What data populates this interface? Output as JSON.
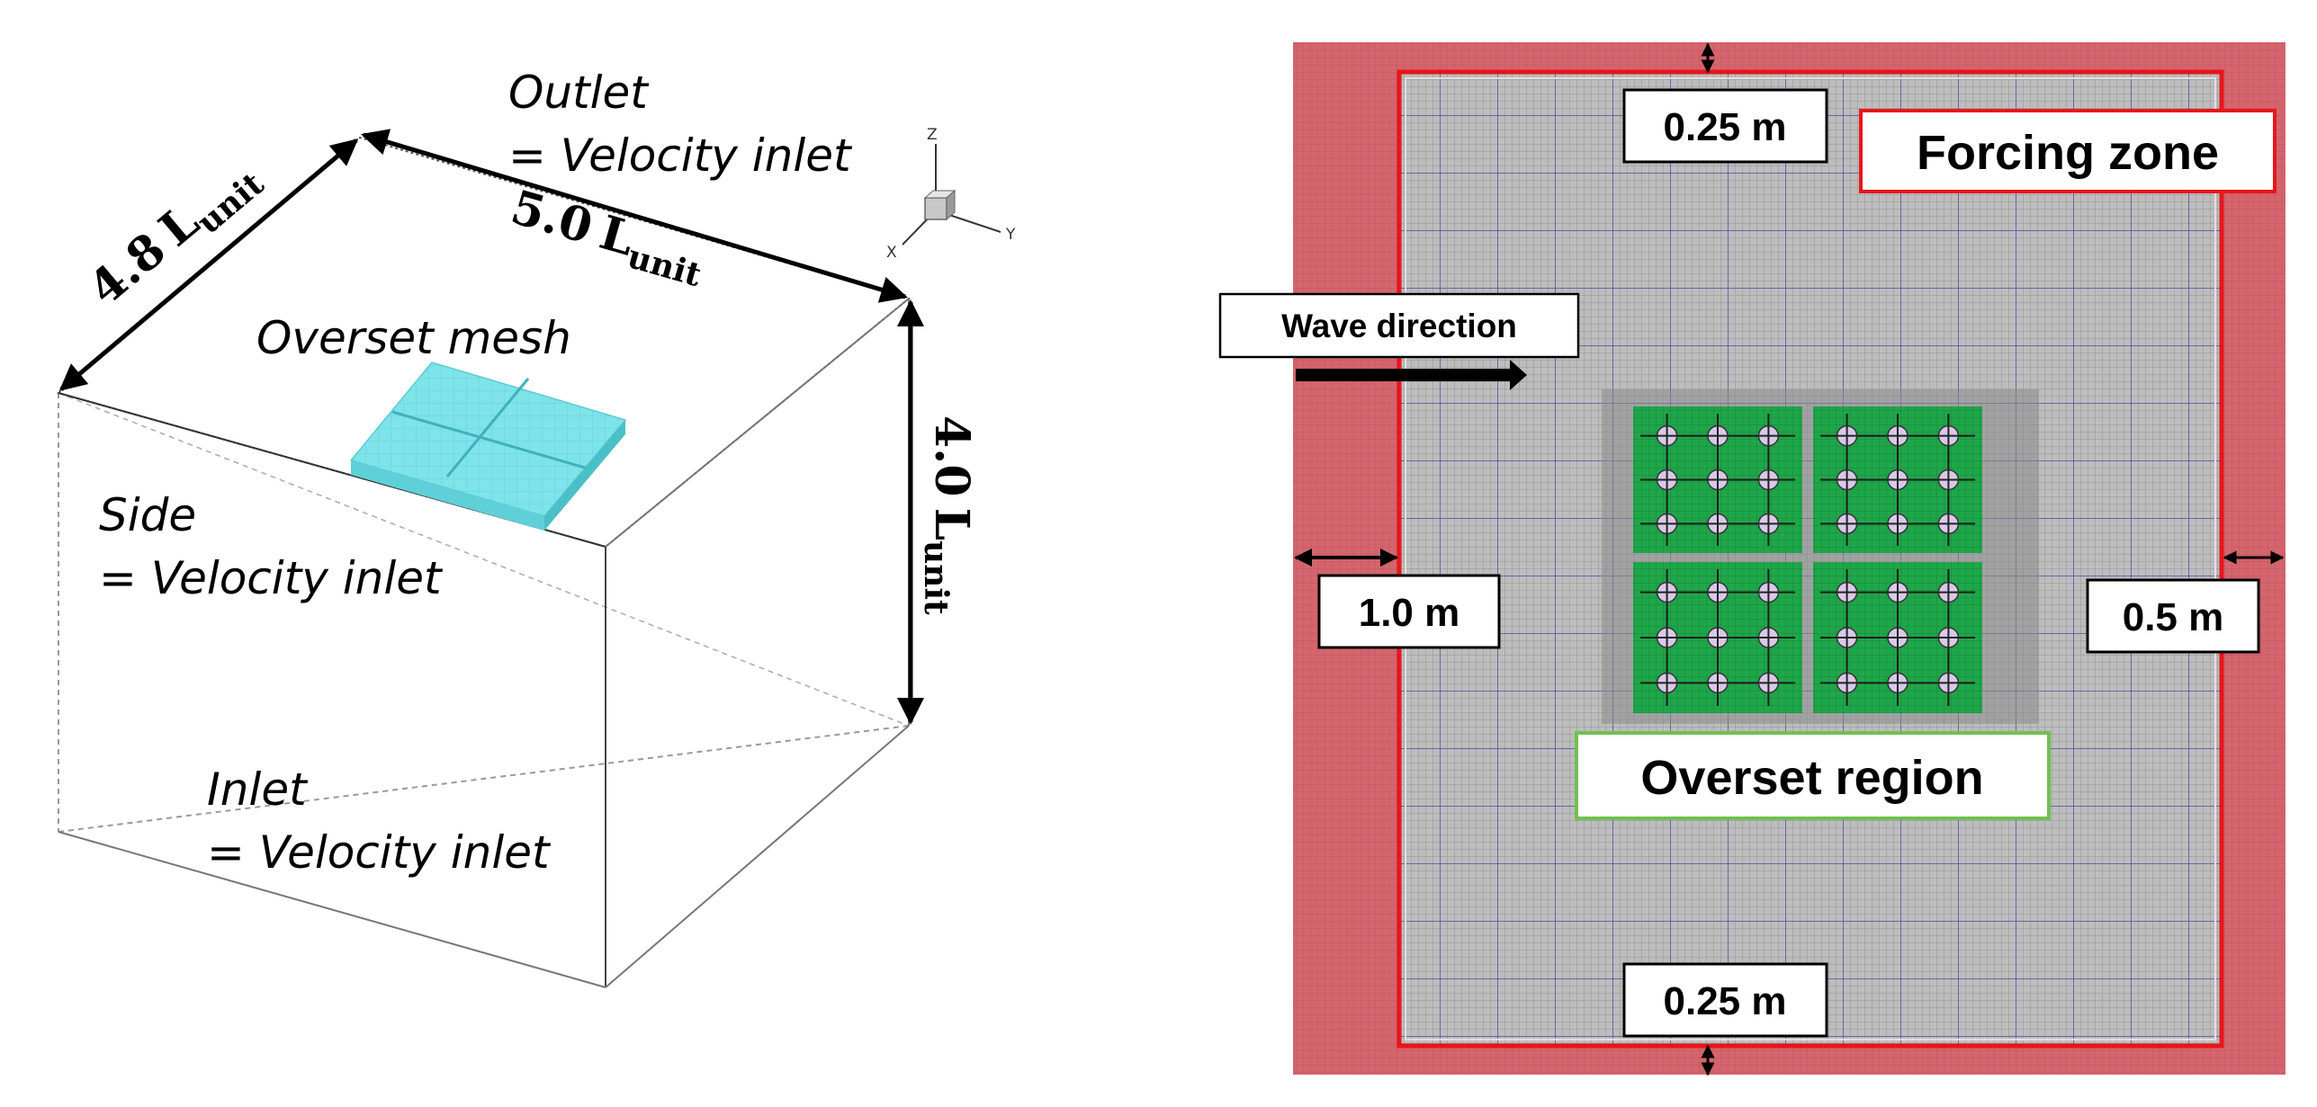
{
  "left_panel": {
    "outlet_line1": "Outlet",
    "outlet_line2": "= Velocity inlet",
    "dim_depth_num": "4.8",
    "dim_width_num": "5.0",
    "dim_height_num": "4.0",
    "dim_unit_main": "L",
    "dim_unit_sub": "unit",
    "overset_mesh": "Overset mesh",
    "side_line1": "Side",
    "side_line2": "= Velocity inlet",
    "inlet_line1": "Inlet",
    "inlet_line2": "= Velocity inlet",
    "axis_z": "Z",
    "axis_y": "Y",
    "axis_x": "X"
  },
  "right_panel": {
    "top_gap": "0.25 m",
    "bottom_gap": "0.25 m",
    "left_gap": "1.0 m",
    "right_gap": "0.5 m",
    "forcing_zone": "Forcing zone",
    "wave_direction": "Wave direction",
    "overset_region": "Overset region"
  },
  "colors": {
    "forcing": "#d4656d",
    "domain": "#bdbdbd",
    "overset_green": "#1fa64a",
    "forcing_border": "#e8151b",
    "overset_border": "#70c050",
    "mesh_cyan": "#7fe3ea"
  }
}
